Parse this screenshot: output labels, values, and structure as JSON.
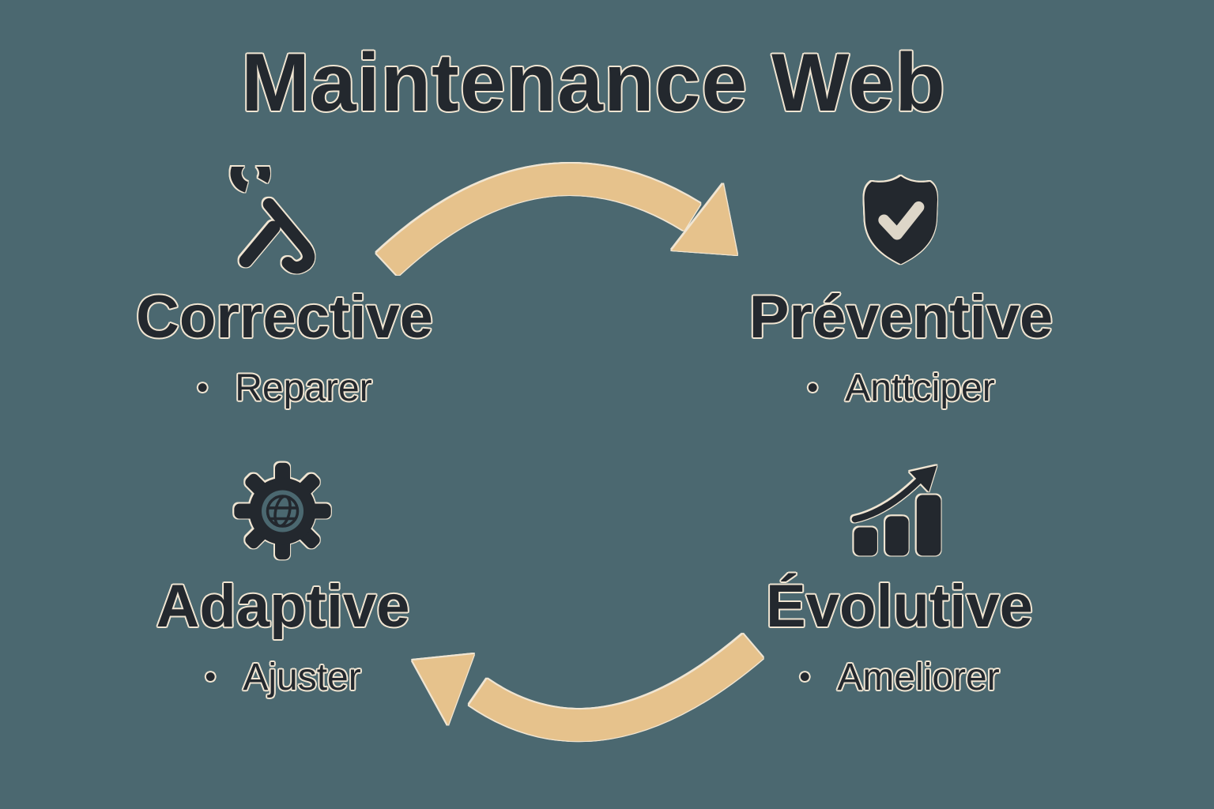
{
  "title": "Maintenance Web",
  "bullet_marker": "•",
  "quadrants": {
    "corrective": {
      "label": "Corrective",
      "bullet": "Reparer",
      "icon": "tools-icon"
    },
    "preventive": {
      "label": "Préventive",
      "bullet": "Anttciper",
      "icon": "shield-check-icon"
    },
    "adaptive": {
      "label": "Adaptive",
      "bullet": "Ajuster",
      "icon": "gear-globe-icon"
    },
    "evolutive": {
      "label": "Évolutive",
      "bullet": "Ameliorer",
      "icon": "growth-chart-icon"
    }
  },
  "arrows": {
    "top": {
      "from": "Corrective",
      "to": "Préventive",
      "direction": "left-to-right"
    },
    "bottom": {
      "from": "Évolutive",
      "to": "Adaptive",
      "direction": "right-to-left"
    }
  },
  "colors": {
    "background": "#4b6870",
    "ink": "#23282e",
    "outline_cream": "#f0e5d2",
    "arrow_tan": "#e6c28c"
  }
}
